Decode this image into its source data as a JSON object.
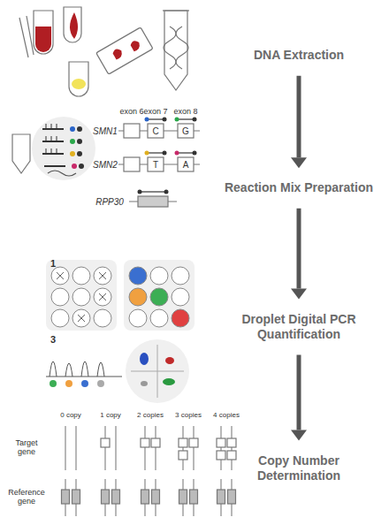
{
  "diagram": {
    "nodes": [
      {
        "text": [
          "DNA Extraction"
        ]
      },
      {
        "text": [
          "Reaction Mix Preparation"
        ]
      },
      {
        "text": [
          "Droplet Digital PCR Quantification"
        ]
      },
      {
        "text": [
          "Copy Number Determination"
        ]
      }
    ],
    "edges": [
      {
        "from": 0,
        "to": 1,
        "arrow": "to"
      },
      {
        "from": 1,
        "to": 2,
        "arrow": "to"
      },
      {
        "from": 2,
        "to": 3,
        "arrow": "to"
      }
    ],
    "labels": [
      "exon 6",
      "exon 7",
      "exon 8",
      "SMN1",
      "C",
      "G",
      "SMN2",
      "T",
      "A",
      "RPP30",
      "1",
      "3",
      "0 copy",
      "1 copy",
      "2 copies",
      "3 copies",
      "4 copies",
      "Target gene",
      "Reference gene"
    ]
  }
}
